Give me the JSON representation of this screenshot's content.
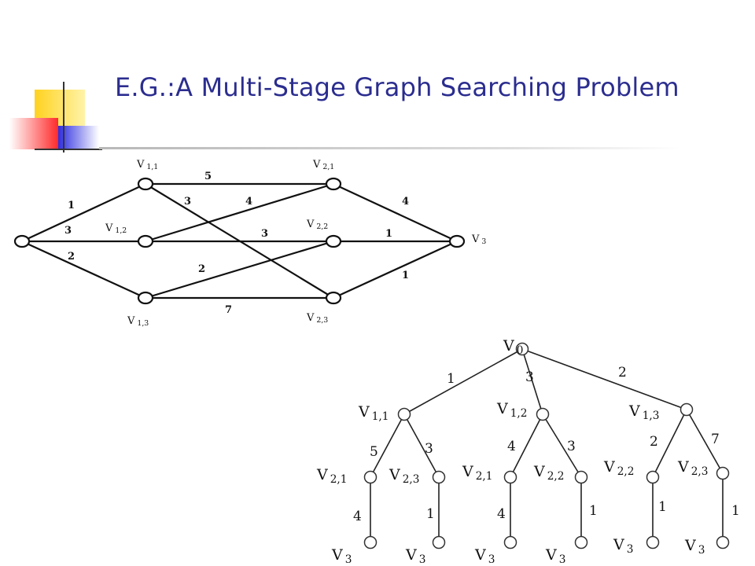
{
  "slide": {
    "title": "E.G.:A Multi-Stage Graph Searching Problem",
    "colors": {
      "title": "#2b2d8f",
      "deco_yellow": "#ffd21f",
      "deco_red": "#ff3b3b",
      "deco_blue": "#2e2ee0"
    }
  },
  "graph": {
    "nodes": [
      {
        "id": "v0",
        "label": ""
      },
      {
        "id": "v11",
        "label": "V",
        "sub": "1,1"
      },
      {
        "id": "v12",
        "label": "V",
        "sub": "1,2"
      },
      {
        "id": "v13",
        "label": "V",
        "sub": "1,3"
      },
      {
        "id": "v21",
        "label": "V",
        "sub": "2,1"
      },
      {
        "id": "v22",
        "label": "V",
        "sub": "2,2"
      },
      {
        "id": "v23",
        "label": "V",
        "sub": "2,3"
      },
      {
        "id": "v3",
        "label": "V",
        "sub": "3"
      }
    ],
    "edges": [
      {
        "from": "v0",
        "to": "v11",
        "weight": "1"
      },
      {
        "from": "v0",
        "to": "v12",
        "weight": "3"
      },
      {
        "from": "v0",
        "to": "v13",
        "weight": "2"
      },
      {
        "from": "v11",
        "to": "v21",
        "weight": "5"
      },
      {
        "from": "v11",
        "to": "v23",
        "weight": "3"
      },
      {
        "from": "v12",
        "to": "v21",
        "weight": "4"
      },
      {
        "from": "v12",
        "to": "v22",
        "weight": "3"
      },
      {
        "from": "v13",
        "to": "v22",
        "weight": "2"
      },
      {
        "from": "v13",
        "to": "v23",
        "weight": "7"
      },
      {
        "from": "v21",
        "to": "v3",
        "weight": "4"
      },
      {
        "from": "v22",
        "to": "v3",
        "weight": "1"
      },
      {
        "from": "v23",
        "to": "v3",
        "weight": "1"
      }
    ]
  },
  "tree": {
    "nodes": [
      {
        "id": "r",
        "label": "V",
        "sub": "0"
      },
      {
        "id": "a1",
        "label": "V",
        "sub": "1,1"
      },
      {
        "id": "a2",
        "label": "V",
        "sub": "1,2"
      },
      {
        "id": "a3",
        "label": "V",
        "sub": "1,3"
      },
      {
        "id": "b1",
        "label": "V",
        "sub": "2,1"
      },
      {
        "id": "b2",
        "label": "V",
        "sub": "2,3"
      },
      {
        "id": "b3",
        "label": "V",
        "sub": "2,1"
      },
      {
        "id": "b4",
        "label": "V",
        "sub": "2,2"
      },
      {
        "id": "b5",
        "label": "V",
        "sub": "2,2"
      },
      {
        "id": "b6",
        "label": "V",
        "sub": "2,3"
      },
      {
        "id": "c1",
        "label": "V",
        "sub": "3"
      },
      {
        "id": "c2",
        "label": "V",
        "sub": "3"
      },
      {
        "id": "c3",
        "label": "V",
        "sub": "3"
      },
      {
        "id": "c4",
        "label": "V",
        "sub": "3"
      },
      {
        "id": "c5",
        "label": "V",
        "sub": "3"
      },
      {
        "id": "c6",
        "label": "V",
        "sub": "3"
      }
    ],
    "edges": [
      {
        "from": "r",
        "to": "a1",
        "weight": "1"
      },
      {
        "from": "r",
        "to": "a2",
        "weight": "3"
      },
      {
        "from": "r",
        "to": "a3",
        "weight": "2"
      },
      {
        "from": "a1",
        "to": "b1",
        "weight": "5"
      },
      {
        "from": "a1",
        "to": "b2",
        "weight": "3"
      },
      {
        "from": "a2",
        "to": "b3",
        "weight": "4"
      },
      {
        "from": "a2",
        "to": "b4",
        "weight": "3"
      },
      {
        "from": "a3",
        "to": "b5",
        "weight": "2"
      },
      {
        "from": "a3",
        "to": "b6",
        "weight": "7"
      },
      {
        "from": "b1",
        "to": "c1",
        "weight": "4"
      },
      {
        "from": "b2",
        "to": "c2",
        "weight": "1"
      },
      {
        "from": "b3",
        "to": "c3",
        "weight": "4"
      },
      {
        "from": "b4",
        "to": "c4",
        "weight": "1"
      },
      {
        "from": "b5",
        "to": "c5",
        "weight": "1"
      },
      {
        "from": "b6",
        "to": "c6",
        "weight": "1"
      }
    ]
  }
}
